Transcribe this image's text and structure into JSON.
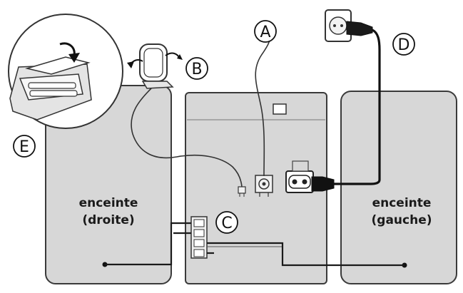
{
  "callouts": {
    "a": "A",
    "b": "B",
    "c": "C",
    "d": "D",
    "e": "E"
  },
  "speaker_right": {
    "line1": "enceinte",
    "line2": "(droite)"
  },
  "speaker_left": {
    "line1": "enceinte",
    "line2": "(gauche)"
  },
  "colors": {
    "panel_fill": "#d7d7d7",
    "outline": "#3a3a3a",
    "cable": "#111111",
    "background": "#ffffff"
  }
}
